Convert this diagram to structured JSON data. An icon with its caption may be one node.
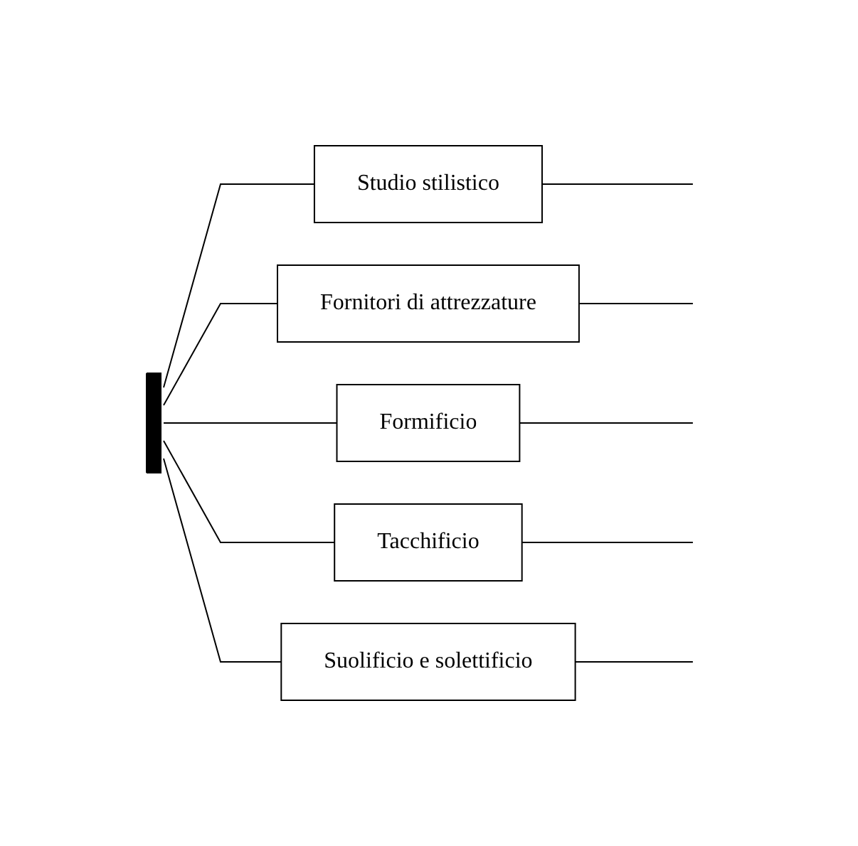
{
  "diagram": {
    "nodes": [
      {
        "text": [],
        "shape": "bar"
      },
      {
        "text": [
          "Studio stilistico"
        ]
      },
      {
        "text": [
          "Fornitori di attrezzature"
        ]
      },
      {
        "text": [
          "Formificio"
        ]
      },
      {
        "text": [
          "Tacchificio"
        ]
      },
      {
        "text": [
          "Suolificio e solettificio"
        ]
      }
    ],
    "edges": [
      {
        "from": 0,
        "to": 1,
        "arrow": "none"
      },
      {
        "from": 1,
        "to": null,
        "arrow": "none"
      },
      {
        "from": 0,
        "to": 2,
        "arrow": "none"
      },
      {
        "from": 2,
        "to": null,
        "arrow": "none"
      },
      {
        "from": 0,
        "to": 3,
        "arrow": "none"
      },
      {
        "from": 3,
        "to": null,
        "arrow": "none"
      },
      {
        "from": 0,
        "to": 4,
        "arrow": "none"
      },
      {
        "from": 4,
        "to": null,
        "arrow": "none"
      },
      {
        "from": 0,
        "to": 5,
        "arrow": "none"
      },
      {
        "from": 5,
        "to": null,
        "arrow": "none"
      }
    ]
  }
}
